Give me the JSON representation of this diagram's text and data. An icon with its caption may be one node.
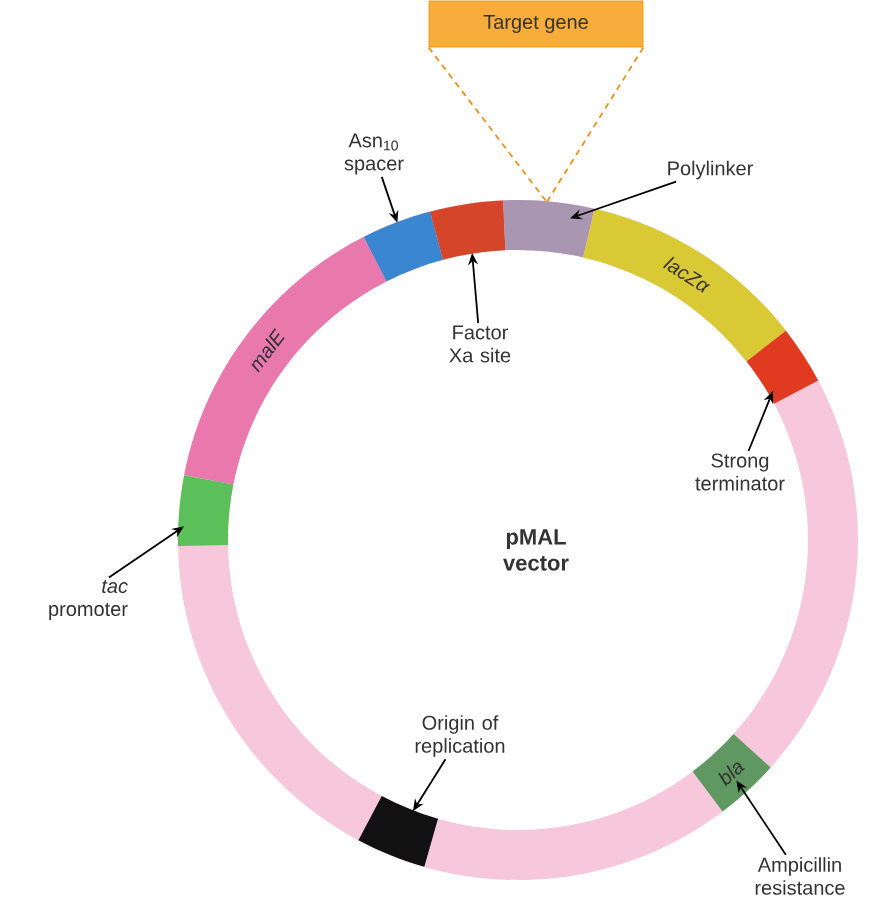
{
  "diagram": {
    "nodes": [
      {
        "text": [
          "Target gene"
        ]
      },
      {
        "text": [
          "Asn$_{10}$ spacer"
        ]
      },
      {
        "text": [],
        "shape": "bar"
      },
      {
        "text": [
          "Factor Xa site"
        ]
      },
      {
        "text": [],
        "shape": "bar"
      },
      {
        "text": [
          "Polylinker"
        ]
      },
      {
        "text": [],
        "shape": "bar"
      },
      {
        "text": [
          "malE"
        ]
      },
      {
        "text": [
          "lacZα"
        ]
      },
      {
        "text": [
          "Strong terminator"
        ]
      },
      {
        "text": [],
        "shape": "bar"
      },
      {
        "text": [
          "*tac* promoter"
        ]
      },
      {
        "text": [],
        "shape": "bar"
      },
      {
        "text": [
          "Origin of replication"
        ]
      },
      {
        "text": [],
        "shape": "bar"
      },
      {
        "text": [
          "bla"
        ]
      },
      {
        "text": [
          "Ampicillin resistance"
        ]
      }
    ],
    "edges": [
      {
        "from": 0,
        "to": 6,
        "arrow": "none",
        "style": "dashed",
        "color": "#f0901c"
      },
      {
        "from": 0,
        "to": 6,
        "arrow": "none",
        "style": "dashed",
        "color": "#f0901c"
      },
      {
        "from": 1,
        "to": 2,
        "arrow": "to"
      },
      {
        "from": 3,
        "to": 4,
        "arrow": "to"
      },
      {
        "from": 5,
        "to": 6,
        "arrow": "to"
      },
      {
        "from": 9,
        "to": 10,
        "arrow": "to"
      },
      {
        "from": 11,
        "to": 12,
        "arrow": "to"
      },
      {
        "from": 13,
        "to": 14,
        "arrow": "to"
      },
      {
        "from": 16,
        "to": 15,
        "arrow": "to"
      }
    ],
    "labels": [
      "pMAL vector"
    ]
  }
}
